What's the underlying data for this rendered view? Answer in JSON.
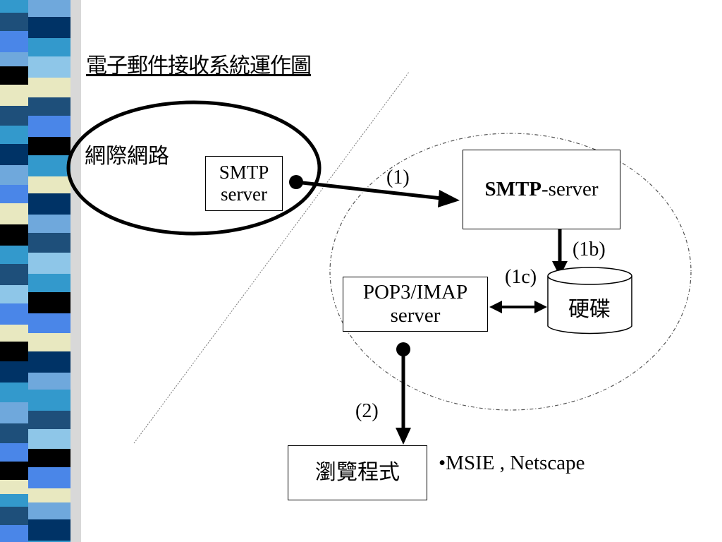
{
  "title": "電子郵件接收系統運作圖",
  "internet_label": "網際網路",
  "smtp_external": {
    "line1": "SMTP",
    "line2": "server"
  },
  "smtp_server": {
    "bold": "SMTP",
    "rest": "-server"
  },
  "pop_server": {
    "line1": "POP3/IMAP",
    "line2": "server"
  },
  "disk_label": "硬碟",
  "browser_label": "瀏覽程式",
  "browser_examples": "•MSIE , Netscape",
  "steps": {
    "s1": "(1)",
    "s1b": "(1b)",
    "s1c": "(1c)",
    "s2": "(2)"
  },
  "colors": {
    "stripe_palette": [
      "#3399cc",
      "#1e4f7a",
      "#003366",
      "#e8e8c0",
      "#000000",
      "#6fa8dc",
      "#4a86e8",
      "#8ec6e8"
    ]
  }
}
